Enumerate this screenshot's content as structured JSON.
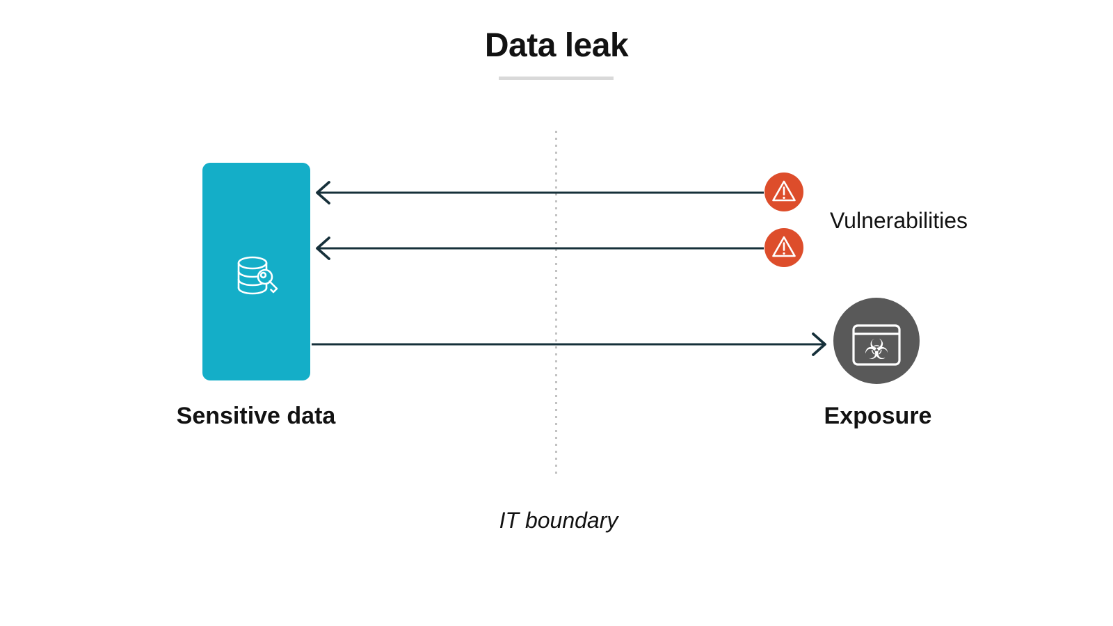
{
  "title": "Data leak",
  "diagram": {
    "source_node": {
      "label": "Sensitive data",
      "icon": "database-key-icon"
    },
    "threat": {
      "label": "Vulnerabilities",
      "icon": "warning-triangle-icon",
      "badge_count": 2
    },
    "result_node": {
      "label": "Exposure",
      "icon": "malware-window-icon"
    },
    "boundary": {
      "label": "IT boundary",
      "style": "vertical-dotted-line"
    },
    "edges": [
      {
        "from": "vulnerability-1",
        "to": "sensitive-data",
        "direction": "left"
      },
      {
        "from": "vulnerability-2",
        "to": "sensitive-data",
        "direction": "left"
      },
      {
        "from": "sensitive-data",
        "to": "exposure",
        "direction": "right"
      }
    ]
  },
  "glyphs": {
    "biohazard": "☣"
  },
  "colors": {
    "accent_teal": "#14AEC8",
    "alert_orange": "#DD4D2B",
    "neutral_gray": "#595959",
    "line_dark": "#16303A",
    "text": "#121212",
    "boundary_dotted": "#C2C2C2",
    "title_underline": "#D9D9D9"
  }
}
